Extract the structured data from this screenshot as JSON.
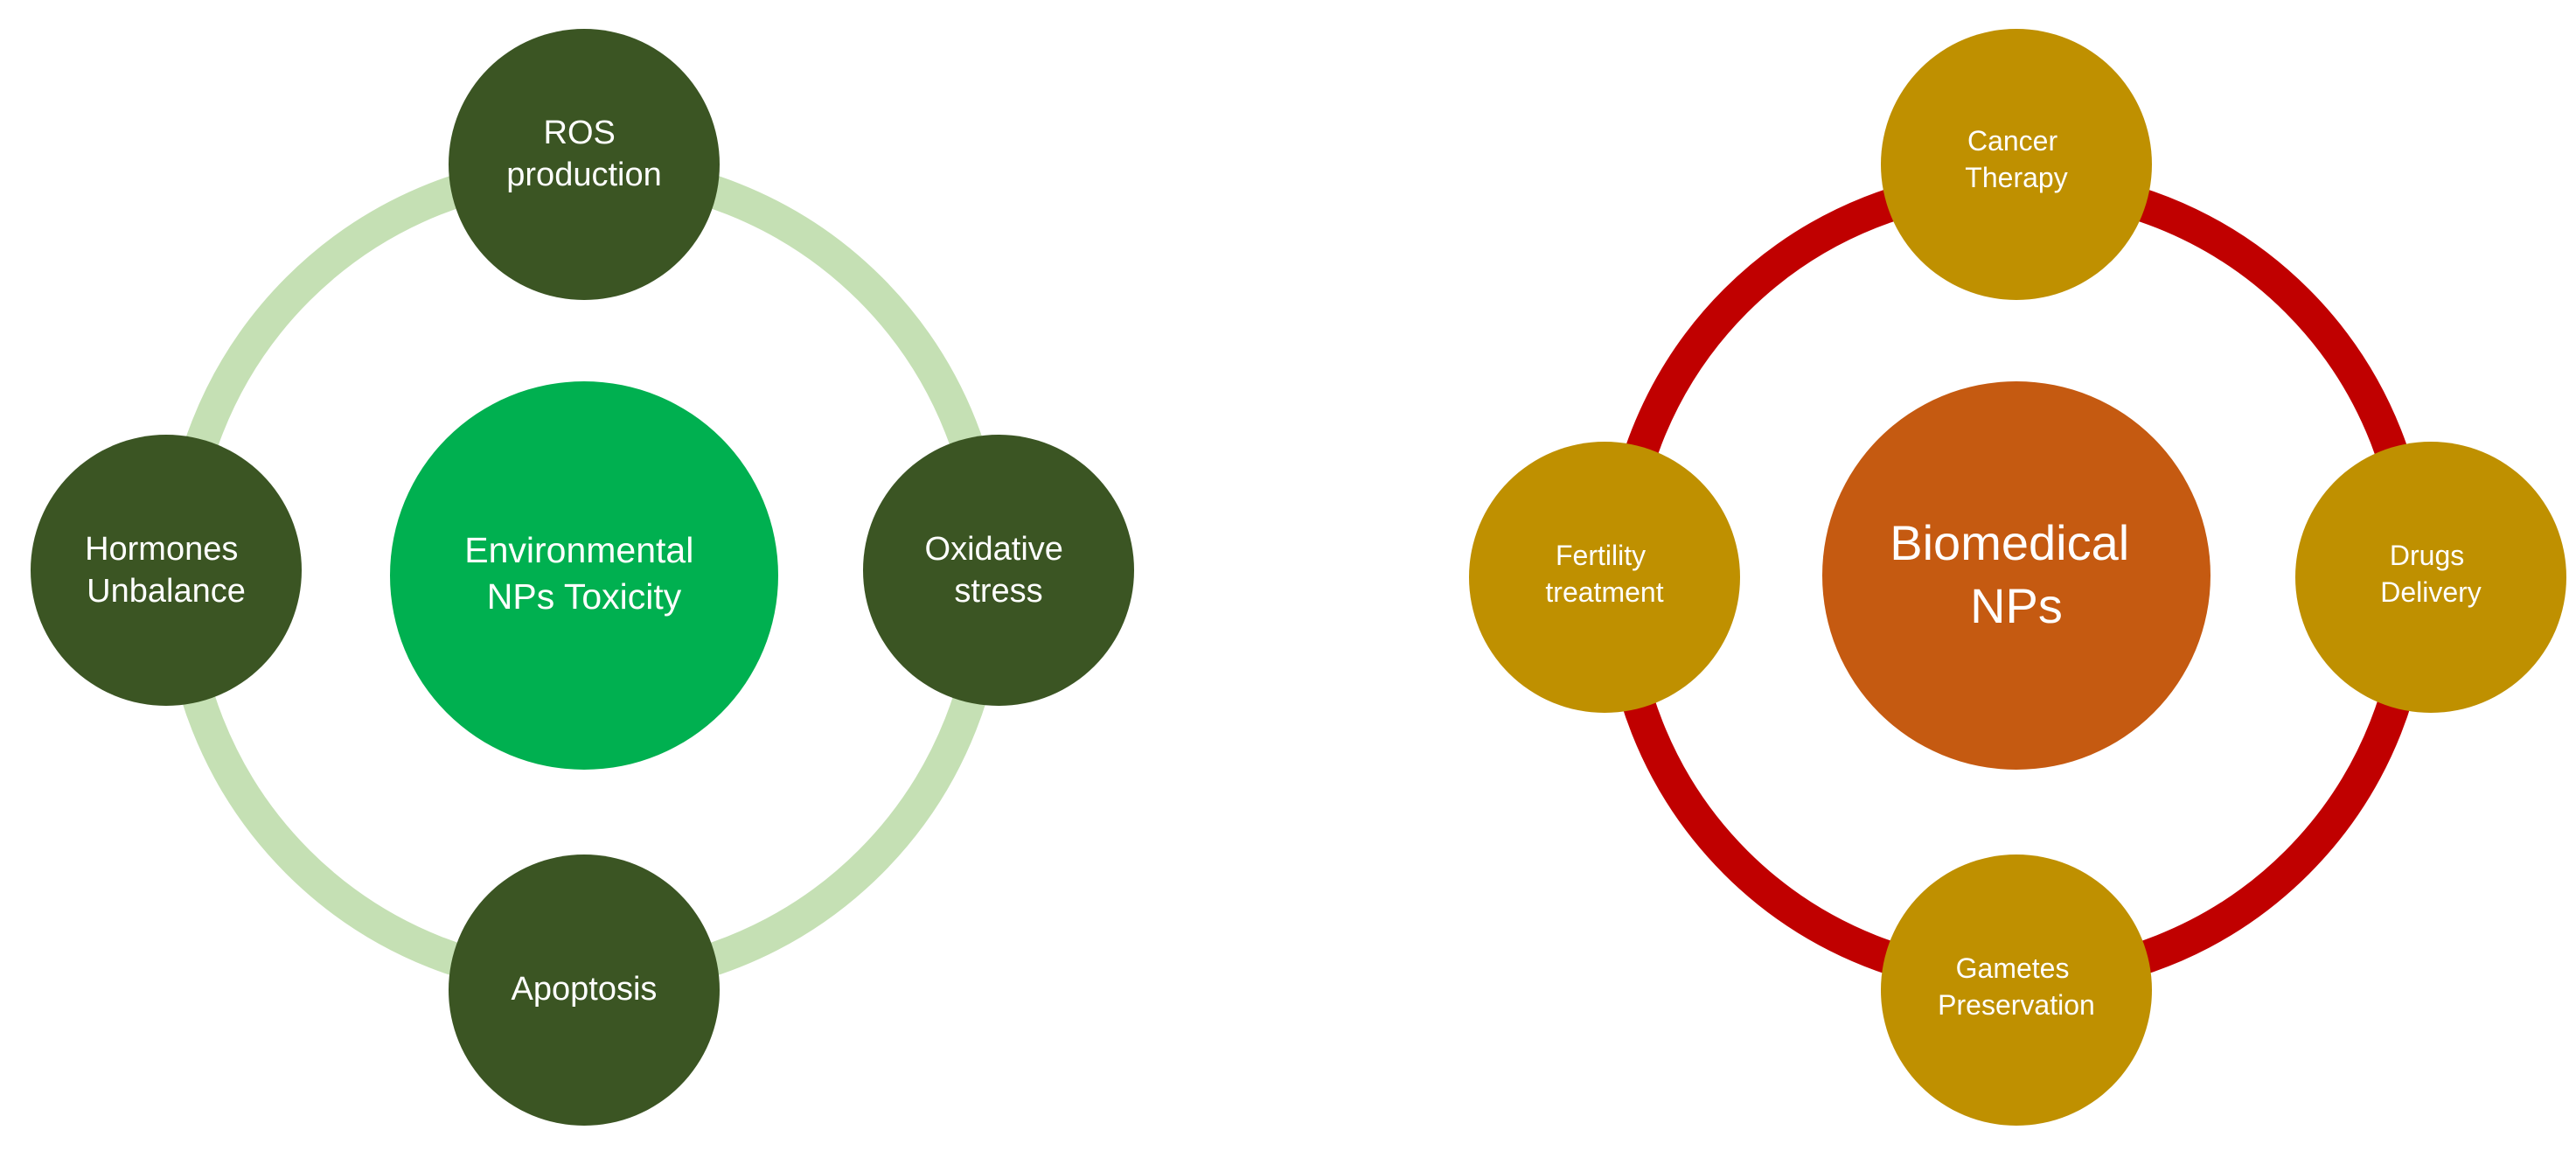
{
  "colors": {
    "left_ring": "#c5e0b4",
    "left_satellite": "#3b5523",
    "left_center": "#00b050",
    "right_ring": "#c00000",
    "right_satellite": "#bf9000",
    "right_center": "#c55a11",
    "text": "#ffffff"
  },
  "diagrams": [
    {
      "name": "environmental-toxicity-cycle",
      "center": {
        "lines": [
          "Environmental",
          "NPs Toxicity"
        ]
      },
      "nodes": [
        {
          "position": "top",
          "lines": [
            "ROS",
            "production"
          ]
        },
        {
          "position": "right",
          "lines": [
            "Oxidative",
            "stress"
          ]
        },
        {
          "position": "bottom",
          "lines": [
            "Apoptosis"
          ]
        },
        {
          "position": "left",
          "lines": [
            "Hormones",
            "Unbalance"
          ]
        }
      ]
    },
    {
      "name": "biomedical-applications-cycle",
      "center": {
        "lines": [
          "Biomedical",
          "NPs"
        ]
      },
      "nodes": [
        {
          "position": "top",
          "lines": [
            "Cancer",
            "Therapy"
          ]
        },
        {
          "position": "right",
          "lines": [
            "Drugs",
            "Delivery"
          ]
        },
        {
          "position": "bottom",
          "lines": [
            "Gametes",
            "Preservation"
          ]
        },
        {
          "position": "left",
          "lines": [
            "Fertility",
            "treatment"
          ]
        }
      ]
    }
  ]
}
